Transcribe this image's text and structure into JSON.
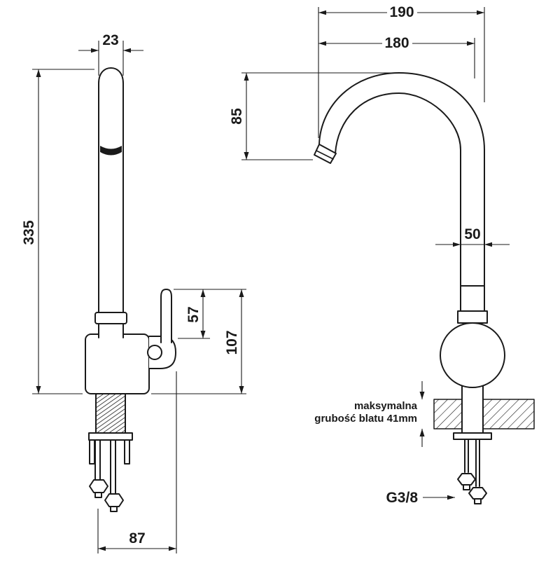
{
  "drawing": {
    "side_view": {
      "spout_width": "23",
      "total_height": "335",
      "lever_height": "57",
      "body_height": "107",
      "base_depth": "87"
    },
    "front_view": {
      "total_width": "190",
      "spout_reach": "180",
      "spout_drop": "85",
      "column_width": "50",
      "counter_note_line1": "maksymalna",
      "counter_note_line2": "grubość blatu 41mm",
      "connection_thread": "G3/8"
    },
    "colors": {
      "line": "#1a1a1a",
      "background": "#ffffff"
    }
  }
}
